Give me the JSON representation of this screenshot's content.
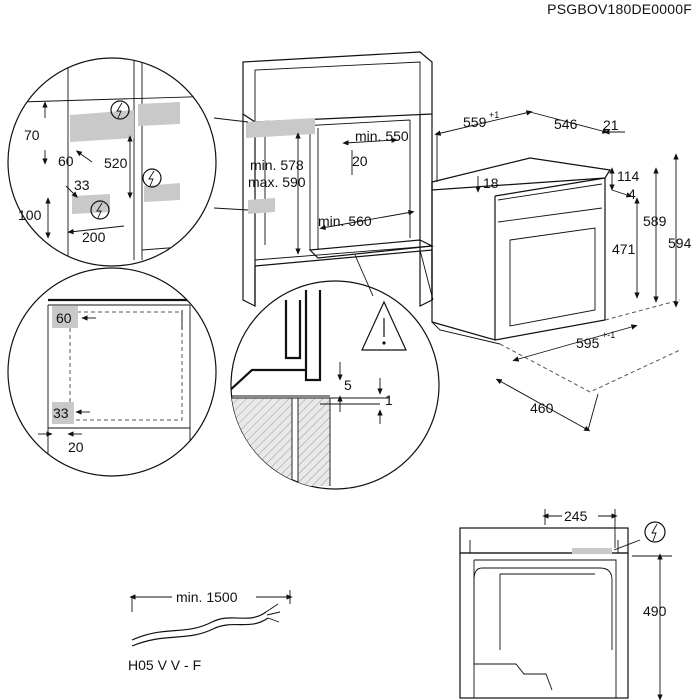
{
  "model_code": "PSGBOV180DE0000F",
  "dimensions": {
    "d70": "70",
    "d60a": "60",
    "d520": "520",
    "d33a": "33",
    "d100": "100",
    "d200": "200",
    "min578": "min. 578",
    "max590": "max. 590",
    "min550": "min. 550",
    "d20a": "20",
    "min560": "min. 560",
    "d559": "559",
    "d559_tol": "+1",
    "d546": "546",
    "d21": "21",
    "d18": "18",
    "d114": "114",
    "d4": "4",
    "d471": "471",
    "d589": "589",
    "d594": "594",
    "d595": "595",
    "d595_tol": "+-1",
    "d460": "460",
    "d60b": "60",
    "d33b": "33",
    "d20b": "20",
    "d5": "5",
    "d1": "1",
    "d245": "245",
    "d490": "490",
    "min1500": "min. 1500",
    "cable": "H05 V V - F"
  },
  "icons": {
    "voltage": "high-voltage-icon",
    "warning": "warning-triangle-icon"
  }
}
